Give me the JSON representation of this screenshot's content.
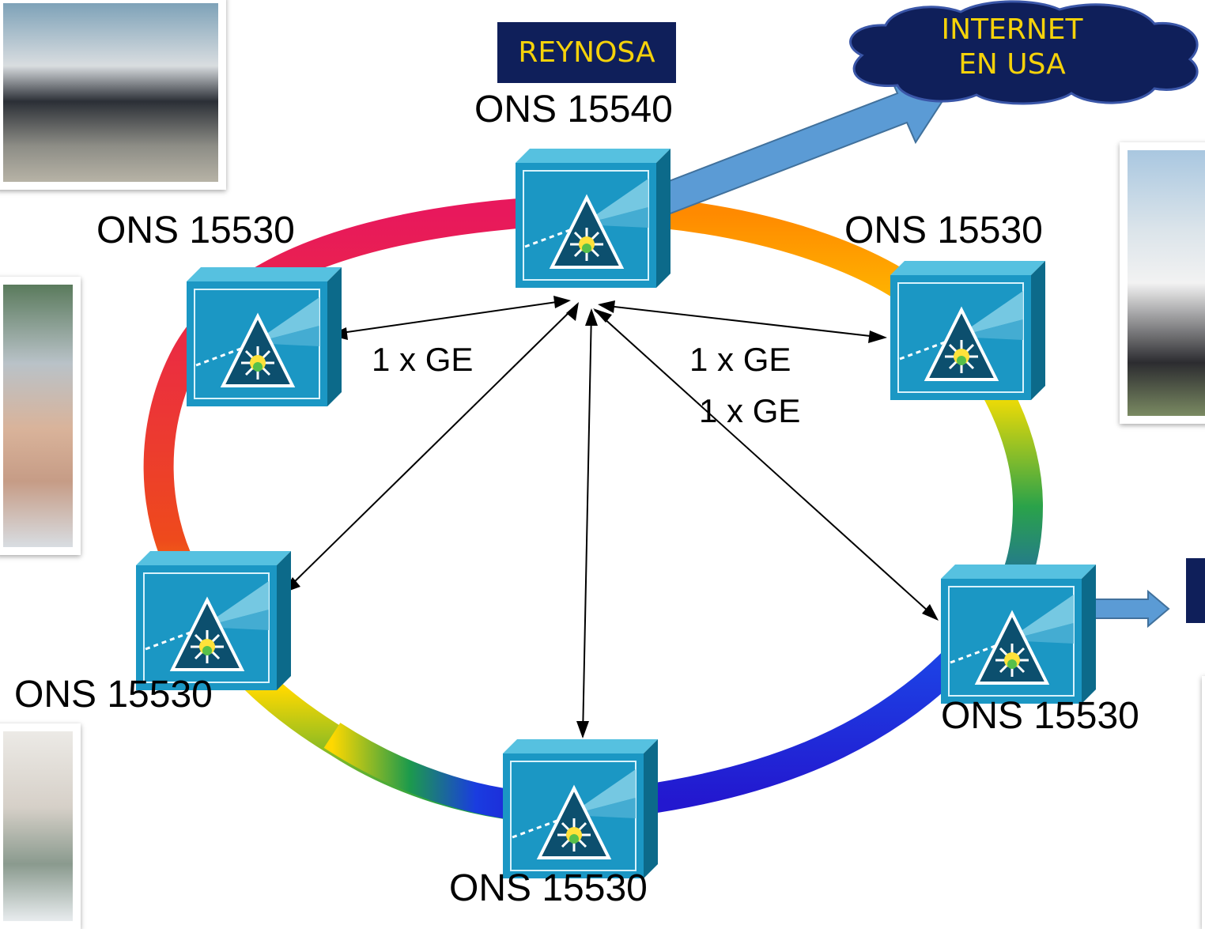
{
  "city_label": "REYNOSA",
  "internet_label_line1": "INTERNET",
  "internet_label_line2": "EN USA",
  "nodes": {
    "top": "ONS 15540",
    "upper_left": "ONS 15530",
    "upper_right": "ONS 15530",
    "lower_left": "ONS 15530",
    "lower_right": "ONS 15530",
    "bottom": "ONS 15530"
  },
  "links": {
    "left": "1 x GE",
    "right": "1 x GE",
    "right_second": "1 x GE"
  },
  "colors": {
    "device_face": "#1e9ec9",
    "device_dark": "#0e6c8c",
    "label_bg": "#0f1f5a",
    "label_text": "#f5d20a",
    "arrow_blue": "#5b9bd5"
  },
  "icons": [
    "optical-switch-icon",
    "internet-cloud-icon",
    "uplink-arrow-icon"
  ]
}
